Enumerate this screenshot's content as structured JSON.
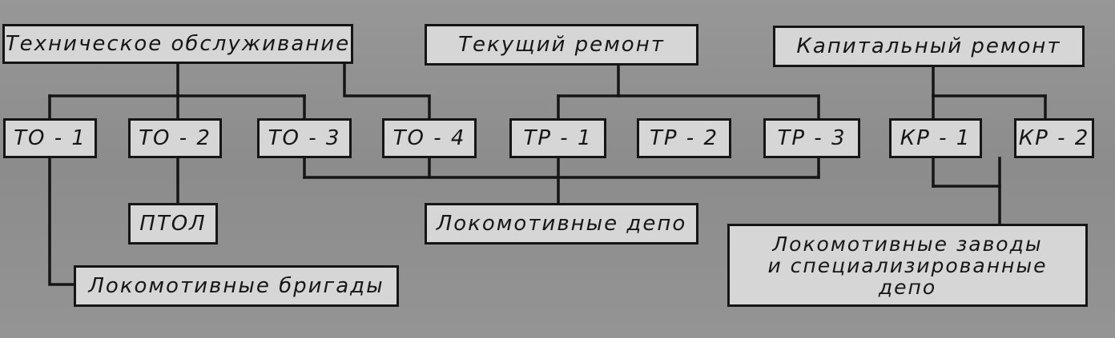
{
  "colors": {
    "background": "#8e8e8e",
    "box_fill": "#d6d6d6",
    "line": "#151515",
    "text": "#161616"
  },
  "categories": {
    "to": "Техническое обслуживание",
    "tr": "Текущий ремонт",
    "kr": "Капитальный ремонт"
  },
  "types": {
    "to1": "ТО - 1",
    "to2": "ТО - 2",
    "to3": "ТО - 3",
    "to4": "ТО - 4",
    "tr1": "ТР - 1",
    "tr2": "ТР - 2",
    "tr3": "ТР - 3",
    "kr1": "КР - 1",
    "kr2": "КР - 2"
  },
  "places": {
    "ptol": "ПТОЛ",
    "depo": "Локомотивные депо",
    "brigady": "Локомотивные бригады",
    "zavody": {
      "line1": "Локомотивные заводы",
      "line2": "и специализированные",
      "line3": "депо"
    }
  }
}
